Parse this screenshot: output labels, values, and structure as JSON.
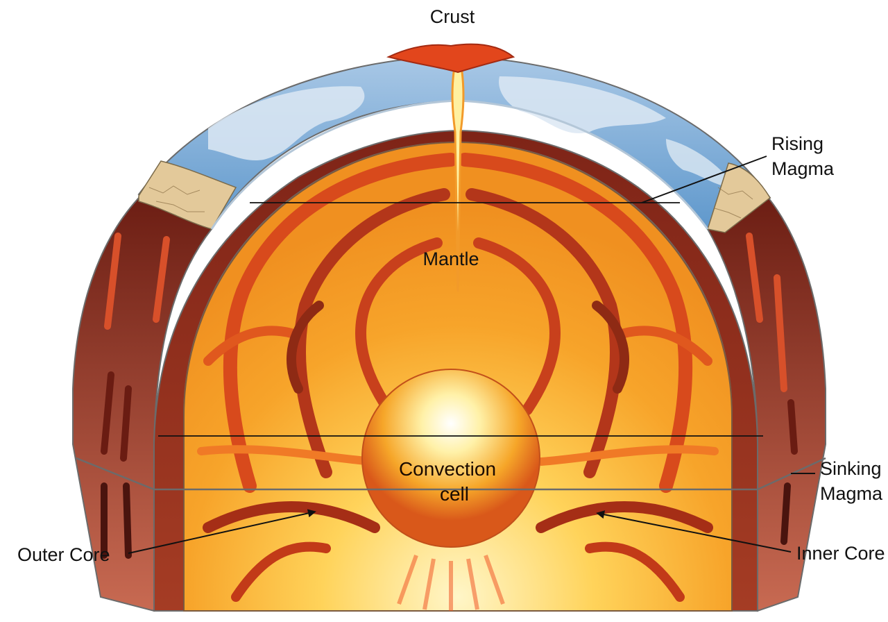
{
  "labels": {
    "crust": "Crust",
    "rising_magma_line1": "Rising",
    "rising_magma_line2": "Magma",
    "mantle": "Mantle",
    "convection_cell_line1": "Convection",
    "convection_cell_line2": "cell",
    "sinking_magma_line1": "Sinking",
    "sinking_magma_line2": "Magma",
    "outer_core": "Outer Core",
    "inner_core": "Inner Core"
  },
  "colors": {
    "ocean": "#6ea6d6",
    "land": "#dfe9f2",
    "crust_rock": "#e3c99a",
    "mantle_outer": "#8b2a1c",
    "mantle_shadow": "#5e1a12",
    "core_outer_yellow": "#f6b73c",
    "core_glow": "#fff4c2",
    "flow_arrow": "#c8381a",
    "flow_arrow_dark": "#7a2414"
  }
}
